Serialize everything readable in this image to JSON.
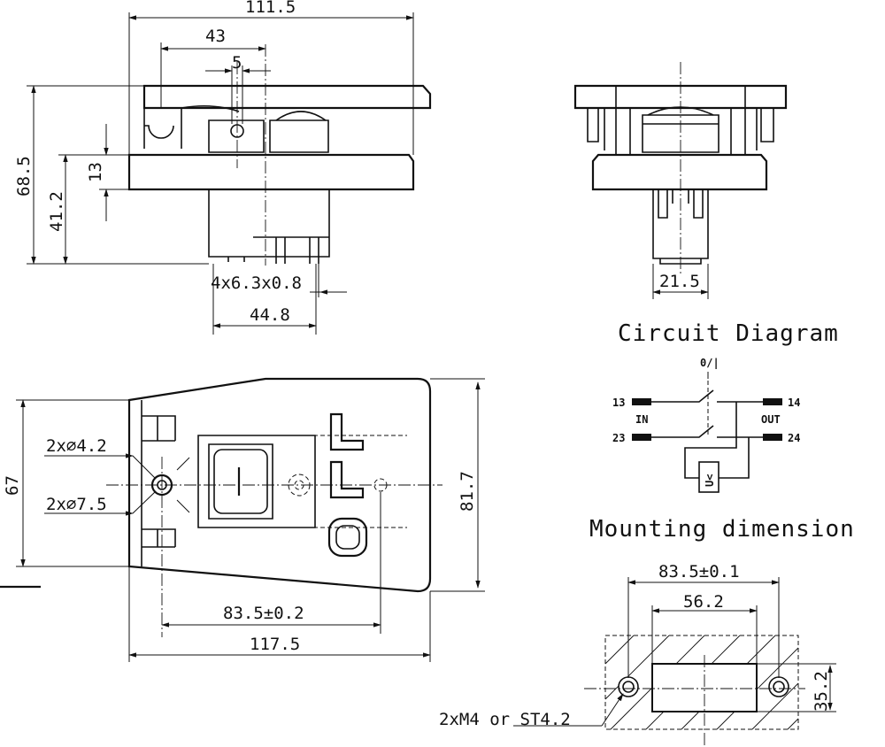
{
  "views": {
    "front": {
      "width_overall": "111.5",
      "offset_43": "43",
      "pin_5": "5",
      "height_overall": "68.5",
      "height_body": "41.2",
      "flange_13": "13",
      "terminals": "4x6.3x0.8",
      "base_width": "44.8"
    },
    "side": {
      "base_width": "21.5"
    },
    "top": {
      "hole_small": "2x∅4.2",
      "hole_large": "2x∅7.5",
      "height_67": "67",
      "height_81_7": "81.7",
      "hole_pitch": "83.5±0.2",
      "width_117_5": "117.5"
    }
  },
  "circuit": {
    "title": "Circuit Diagram",
    "switch_label": "0/|",
    "t13": "13",
    "t14": "14",
    "t23": "23",
    "t24": "24",
    "in_label": "IN",
    "out_label": "OUT",
    "coil_label": "U<"
  },
  "mounting": {
    "title": "Mounting dimension",
    "hole_pitch": "83.5±0.1",
    "cutout_width": "56.2",
    "cutout_height": "35.2",
    "screw_note": "2xM4 or ST4.2"
  }
}
